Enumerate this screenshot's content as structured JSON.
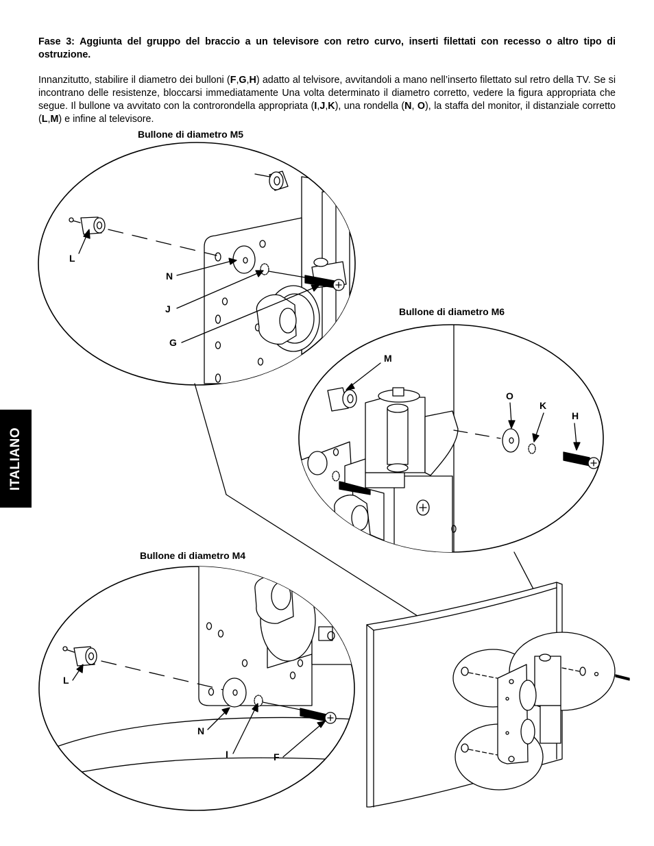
{
  "heading": "Fase 3: Aggiunta del gruppo del braccio a un televisore con retro curvo, inserti filettati con recesso o altro tipo di ostruzione.",
  "intro": [
    {
      "t": "Innanzitutto, stabilire il diametro dei bulloni ("
    },
    {
      "t": "F",
      "b": true
    },
    {
      "t": ","
    },
    {
      "t": "G",
      "b": true
    },
    {
      "t": ","
    },
    {
      "t": "H",
      "b": true
    },
    {
      "t": ") adatto al telvisore, avvitandoli a mano nell’inserto filettato sul retro della TV. Se si incontrano delle resistenze, bloccarsi immediatamente Una volta determinato il diametro corretto, vedere la figura appropriata che segue. Il bullone va avvitato con la controrondella appropriata ("
    },
    {
      "t": "I",
      "b": true
    },
    {
      "t": ","
    },
    {
      "t": "J",
      "b": true
    },
    {
      "t": ","
    },
    {
      "t": "K",
      "b": true
    },
    {
      "t": "), una rondella ("
    },
    {
      "t": "N",
      "b": true
    },
    {
      "t": ", "
    },
    {
      "t": "O",
      "b": true
    },
    {
      "t": "), la staffa del monitor, il distanziale corretto ("
    },
    {
      "t": "L",
      "b": true
    },
    {
      "t": ","
    },
    {
      "t": "M",
      "b": true
    },
    {
      "t": ") e infine al televisore."
    }
  ],
  "captions": {
    "m5": "Bullone di diametro M5",
    "m6": "Bullone di diametro M6",
    "m4": "Bullone di diametro M4"
  },
  "labels": {
    "m5_L": "L",
    "m5_N": "N",
    "m5_J": "J",
    "m5_G": "G",
    "m6_M": "M",
    "m6_O": "O",
    "m6_K": "K",
    "m6_H": "H",
    "m4_L": "L",
    "m4_N": "N",
    "m4_I": "I",
    "m4_F": "F"
  },
  "side_tab": "ITALIANO"
}
